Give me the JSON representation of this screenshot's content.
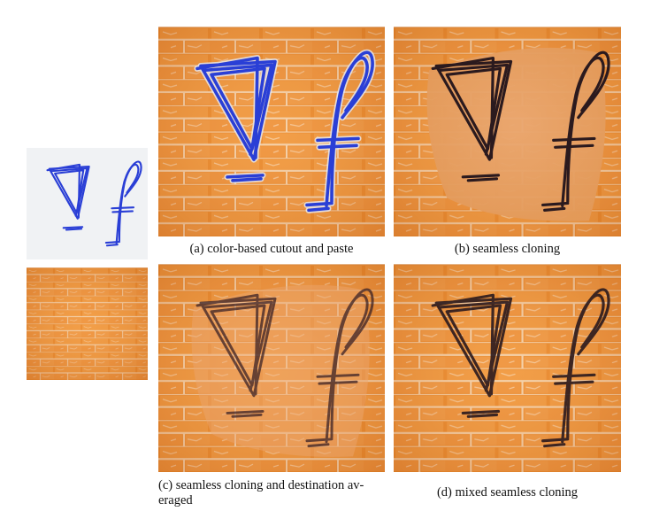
{
  "figure": {
    "captions": {
      "a": "(a) color-based cutout and paste",
      "b": "(b) seamless cloning",
      "c_line1": "(c) seamless cloning and destination av-",
      "c_line2": "eraged",
      "d": "(d) mixed seamless cloning"
    },
    "colors": {
      "brick_base": "#e98a2f",
      "brick_light": "#f2a65a",
      "mortar": "#f4e3cf",
      "ink_blue": "#2a3fd6",
      "ink_dark": "#2b1a1e",
      "paper": "#e9ecef",
      "clone_patch": "#e7a46a"
    }
  }
}
